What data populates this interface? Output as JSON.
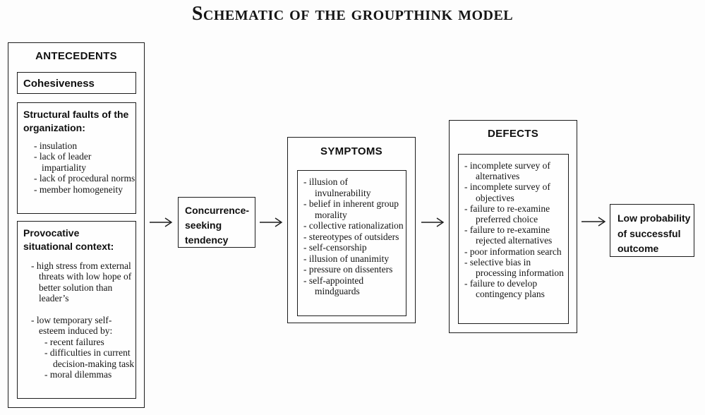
{
  "title": "Schematic of the groupthink model",
  "antecedents": {
    "header": "ANTECEDENTS",
    "cohesiveness": "Cohesiveness",
    "structural": {
      "header": "Structural faults of the organization:",
      "items": [
        "- insulation",
        "- lack of leader impartiality",
        "- lack of procedural norms",
        "- member homogeneity"
      ]
    },
    "provocative": {
      "header": "Provocative situational context:",
      "item_high_stress": "- high stress from external threats with low hope of better solution than leader’s",
      "item_low_esteem": "- low temporary self-esteem induced by:",
      "subitems": [
        "- recent failures",
        "- difficulties in current decision-making task",
        "- moral dilemmas"
      ]
    }
  },
  "concurrence": {
    "label": "Concurrence-seeking tendency"
  },
  "symptoms": {
    "header": "SYMPTOMS",
    "items": [
      "- illusion of invulnerability",
      "- belief in inherent group morality",
      "- collective rationalization",
      "- stereotypes of outsiders",
      "- self-censorship",
      "- illusion of unanimity",
      "- pressure on dissenters",
      "- self-appointed mindguards"
    ]
  },
  "defects": {
    "header": "DEFECTS",
    "items": [
      "- incomplete survey of alternatives",
      "- incomplete survey of objectives",
      "- failure to re-examine preferred choice",
      "- failure to re-examine rejected alternatives",
      "- poor information search",
      "- selective bias in processing information",
      "- failure to develop contingency plans"
    ]
  },
  "outcome": {
    "label": "Low probability of successful outcome"
  }
}
